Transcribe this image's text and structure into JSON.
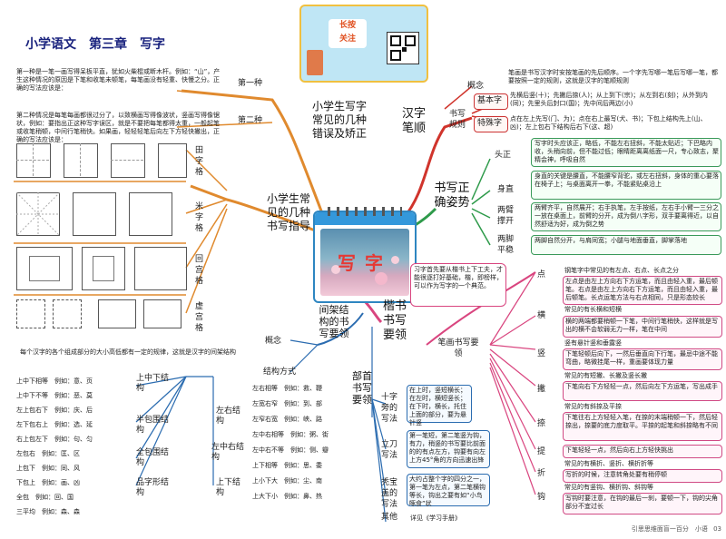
{
  "header": {
    "title": "小学语文　第三章　写字",
    "ad_line1": "长按",
    "ad_line2": "关注"
  },
  "center": {
    "title": "写字"
  },
  "branch_errors": {
    "title": "小学生写字常见的几种错误及矫正",
    "item1": "第一种",
    "item2": "第二种",
    "text1": "第一种是一笔一画写得呆板平直，犹如火柴棍或断木杆。例如：“山”，产生这种情况的原因是下笔和收笔未顿笔，每笔画没有轻重、快慢之分。正确的写法应该是：",
    "text2": "第二种情况是每笔每画都很过分了，以致横画写得像波状，竖画写得像锯状，例如：",
    "text2b": "要指出正这种写字误区，就是不要把每笔都得太重，一般起笔或收笔稍顿，中间行笔稍快。如果画，轻轻轻笔后向左下方轻快撇出，正确的写法应该是："
  },
  "branch_grids": {
    "title": "小学生常见的几种书写指导",
    "tian": "田字格",
    "mi": "米字格",
    "hui": "回宫格",
    "xu": "虚宫格"
  },
  "branch_order": {
    "title": "汉字笔顺",
    "gainian_label": "概念",
    "gainian_text": "笔画是书写汉字时安按笔画的先后顺序。一个字先写哪一笔后写哪一笔，都要按照一定的规则，这就是汉字的笔顺规则",
    "rule_label": "书写规则",
    "basic_label": "基本字",
    "basic_text": "先横后竖(十)；先撇后捺(人)；从上到下(宗)；从左到右(刻)；从外到内(同)；先里头后封口(国)；先中间后两边(小)",
    "special_label": "特殊字",
    "special_text": "点在左上先写(门、为)；点在右上最写(犬、书)；下包上结构先上(山、凶)；左上包右下结构后右下(这、超)"
  },
  "branch_posture": {
    "title": "书写正确姿势",
    "tou_label": "头正",
    "tou_text": "写字时头应该正，略低，不能左右扭斜，不能太贴近；下巴略内收，头稍向前，但不能过低；眼睛距离离纸面一尺，专心致志，聚精会神，呼吸自然",
    "shen_label": "身直",
    "shen_text": "身直的关键是腰直，不能腰窄背驼，或左右扭斜，身体的重心要落在椅子上；与桌面离开一拳，不能紧贴桌沿上",
    "bi_label": "两臂撑开",
    "bi_text": "两臂齐平，自然展开；右手执笔，左手按纸，左右手小臂一三分之一放在桌面上，前臂的分开，成为倒八字形，双手要离得近，以自然舒适为好，成为倒之势",
    "jiao_label": "两脚平稳",
    "jiao_text": "两脚自然分开，与肩同宽；小腿与地面垂直，脚掌落地"
  },
  "branch_strokes": {
    "title": "楷书书写要领",
    "sub_strokes": "笔画书写要领",
    "note": "习字首先要从楷书上下工夫，才能很逐打好基础，楷，即榜样，可以作为写字的一个典范。",
    "dian": "点",
    "dian_t1": "钢笔字中常见的有左点、右点、长点之分",
    "dian_t2": "左点是由左上方向右下方运笔，而且由轻入重，最后顿笔。右点是由左上方向右下方运笔，而且由轻入重，最后顿笔。长点运笔方法与右点相同，只是形态较长",
    "heng": "横",
    "heng_t1": "常见的有长横和短横",
    "heng_t2": "横的两端都要稍顿一下笔，中间行笔稍快，这样就是写出的横不会软弱无力一样，笔在中间",
    "shu": "竖",
    "shu_t1": "竖有悬针竖和垂露竖",
    "shu_t2": "下笔轻顿后向下，一然后垂直向下行笔，最忌中途不能弯曲，略微挂尾一样，重画要体现力量",
    "pie": "撇",
    "pie_t1": "常见的有短撇、长撇及竖长撇",
    "pie_t2": "下笔向右下方轻轻一点，然后向左下方运笔，写出成手",
    "na": "捺",
    "na_t1": "常见的有斜捺及平捺",
    "na_t2": "下笔往右上方轻轻入笔，在捺的末端稍顿一下，然后轻捺出，捺要的底力度取平。平捺的起笔和斜捺略有不同",
    "ti": "提",
    "ti_t1": "下笔轻轻一点，然后向右上方轻快挑出",
    "zhe": "折",
    "zhe_t1": "常见的有横折、竖折、横折折等",
    "zhe_t2": "写折的时候，注意转角处要有稍停顿",
    "gou": "钩",
    "gou_t1": "常见的有竖钩、横折钩、斜钩等",
    "gou_t2": "写钩时要注意，在钩的最后一刹，要顿一下，钩的尖角部分不宜过长",
    "jiegou_title": "间架结构的书写要领",
    "jiegou_label": "概念",
    "jiegou_text": "每个汉字的各个组成部分的大小高低都有一定的规律，这就是汉字的间架结构",
    "fangshi_label": "结构方式",
    "bushou_title": "部首书写要领",
    "shizi_label": "十字旁的写法",
    "shizi_text": "在上时，竖短横长；在左时，横短竖长；在下时，横长，托住上面的部分，要为悬针竖",
    "lidao_label": "立刀写法",
    "lidao_text": "第一笔短，第二笔竖为钩，有力，稍竖的书写要比前面的的有点左方，钩要有向左上方45°角的方向迅速出锋",
    "tubao_label": "秃宝盖的写法",
    "tubao_text": "大约占整个字的四分之一，第一笔为左点，第二笔横钩等长，钩出之要有如“小鸟啄食”状",
    "qita_label": "其他",
    "qita_text": "详见《学习手册》"
  },
  "structures": {
    "shangxia": "上中下结构",
    "banbao": "半包围结构",
    "quanbao": "全包围结构",
    "pinzixing": "品字形结构",
    "zuoyou": "左右结构",
    "zuozhongyou": "左中右结构",
    "shangxia2": "上下结构",
    "left_rows": [
      "上中下相等　例如：意、页",
      "上中下不等　例如：恶、莫",
      "左上包右下　例如：庆、后",
      "左下包右上　例如：选、延",
      "右上包左下　例如：句、匀",
      "左包右　例如：匡、区",
      "上包下　例如：同、风",
      "下包上　例如：画、凶",
      "全包　例如：回、国",
      "三平均　例如：森、森"
    ],
    "right_rows": [
      "左右相等　例如：救、鞭",
      "左宽右窄　例如：到、部",
      "左窄右宽　例如：峡、路",
      "左中右相等　例如：粥、街",
      "左中右不等　例如：侧、瓣",
      "上下相等　例如：思、委",
      "上小下大　例如：尘、南",
      "上大下小　例如：鼻、热"
    ]
  },
  "footer": {
    "brand": "引思思维面盲一百分　小语",
    "page": "03"
  },
  "colors": {
    "orange": "#e08a2e",
    "red": "#d0342c",
    "green": "#2e9a4a",
    "pink": "#d9457f",
    "blue": "#2b6cb0"
  }
}
